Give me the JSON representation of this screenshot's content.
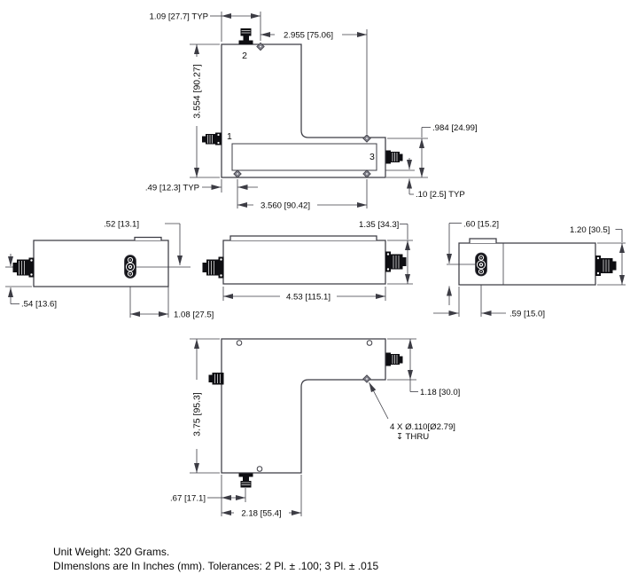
{
  "drawing": {
    "colors": {
      "line": "#3c3c44",
      "text": "#0a0a0a",
      "connector_fill": "#0e0e12"
    },
    "notes": {
      "line1": "Unit Weight: 320 Grams.",
      "line2": "DImensIons are In Inches (mm). Tolerances: 2 Pl. ± .100; 3 Pl. ± .015"
    },
    "views": {
      "top": {
        "port_labels": {
          "p1": "1",
          "p2": "2",
          "p3": "3"
        },
        "dims": {
          "hole_offset_typ": "1.09 [27.7] TYP",
          "port2_to_holes": "2.955 [75.06]",
          "overall_height": "3.554 [90.27]",
          "right_step": ".984 [24.99]",
          "edge_to_hole_typ": ".49 [12.3] TYP",
          "hole_span": "3.560 [90.42]",
          "recess_depth_typ": ".10 [2.5] TYP"
        }
      },
      "side_left": {
        "dims": {
          "pin_offset_top": ".52 [13.1]",
          "connector_height": ".54 [13.6]",
          "pin_to_edge": "1.08 [27.5]"
        }
      },
      "side_front": {
        "dims": {
          "height": "1.35 [34.3]",
          "length": "4.53 [115.1]"
        }
      },
      "side_right": {
        "dims": {
          "pin_offset_top": ".60 [15.2]",
          "height": "1.20 [30.5]",
          "pin_offset_left": ".59 [15.0]"
        }
      },
      "bottom": {
        "dims": {
          "overall_height": "3.75 [95.3]",
          "step": "1.18 [30.0]",
          "connector_offset": ".67 [17.1]",
          "arm_width": "2.18 [55.4]"
        },
        "hole_callout": {
          "line1": "4 X Ø.110[Ø2.79]",
          "line2": "↧ THRU"
        }
      }
    }
  }
}
